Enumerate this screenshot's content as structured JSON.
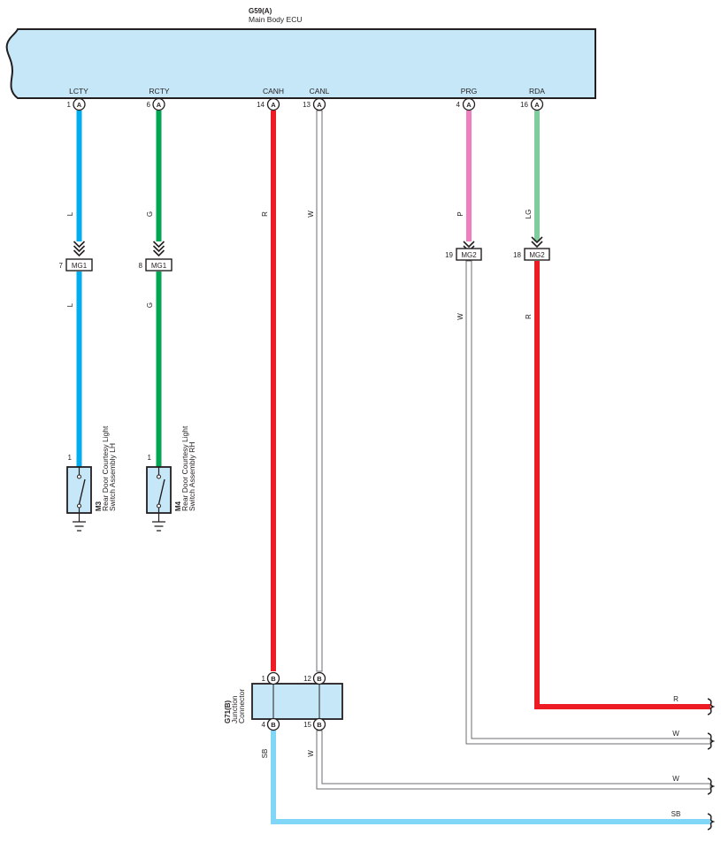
{
  "ecu": {
    "code": "G59(A)",
    "name": "Main Body ECU"
  },
  "pins": [
    {
      "id": "lcty",
      "label": "LCTY",
      "num": "1",
      "conn": "A"
    },
    {
      "id": "rcty",
      "label": "RCTY",
      "num": "6",
      "conn": "A"
    },
    {
      "id": "canh",
      "label": "CANH",
      "num": "14",
      "conn": "A"
    },
    {
      "id": "canl",
      "label": "CANL",
      "num": "13",
      "conn": "A"
    },
    {
      "id": "prg",
      "label": "PRG",
      "num": "4",
      "conn": "A"
    },
    {
      "id": "rda",
      "label": "RDA",
      "num": "16",
      "conn": "A"
    }
  ],
  "wire_colors": {
    "L": "#00aeef",
    "G": "#00a651",
    "R": "#ed1c24",
    "W": "#ffffff",
    "P": "#f07fbf",
    "LG": "#7fcd9c",
    "SB": "#7fd6f7"
  },
  "wire_labels": {
    "lcty_upper": "L",
    "lcty_lower": "L",
    "rcty_upper": "G",
    "rcty_lower": "G",
    "canh": "R",
    "canl": "W",
    "prg_upper": "P",
    "prg_lower": "W",
    "rda_upper": "LG",
    "rda_lower": "R",
    "jc_out_4": "SB",
    "jc_out_15": "W",
    "out_1": "R",
    "out_2": "W",
    "out_3": "W",
    "out_4": "SB"
  },
  "inline_connectors": [
    {
      "id": "mg1_lcty",
      "num": "7",
      "label": "MG1"
    },
    {
      "id": "mg1_rcty",
      "num": "8",
      "label": "MG1"
    },
    {
      "id": "mg2_prg",
      "num": "19",
      "label": "MG2"
    },
    {
      "id": "mg2_rda",
      "num": "18",
      "label": "MG2"
    }
  ],
  "switches": [
    {
      "id": "m3",
      "code": "M3",
      "name_line1": "Rear Door Courtesy Light",
      "name_line2": "Switch Assembly LH",
      "pin": "1"
    },
    {
      "id": "m4",
      "code": "M4",
      "name_line1": "Rear Door Courtesy Light",
      "name_line2": "Switch Assembly RH",
      "pin": "1"
    }
  ],
  "junction": {
    "code": "G71(B)",
    "name_line1": "Junction",
    "name_line2": "Connector",
    "pins": {
      "p1": "1",
      "p12": "12",
      "p4": "4",
      "p15": "15"
    },
    "conn": "B"
  }
}
